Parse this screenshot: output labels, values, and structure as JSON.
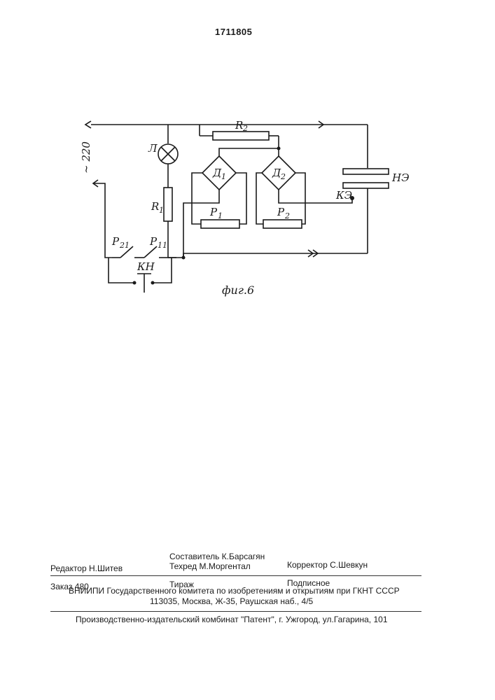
{
  "patent_number": "1711805",
  "figure": {
    "caption": "фиг.6",
    "labels": {
      "voltage": "~ 220",
      "lamp": "Л",
      "r1": "R",
      "r1_sub": "1",
      "r2": "R",
      "r2_sub": "2",
      "d1": "Д",
      "d1_sub": "1",
      "d2": "Д",
      "d2_sub": "2",
      "p1": "P",
      "p1_sub": "1",
      "p2": "P",
      "p2_sub": "2",
      "p21": "P",
      "p21_sub": "21",
      "p11": "P",
      "p11_sub": "11",
      "kn": "КН",
      "ne": "НЭ",
      "ke": "КЭ"
    }
  },
  "credits": {
    "compiler": "Составитель  К.Барсагян",
    "editor": "Редактор   Н.Шитев",
    "techred": "Техред М.Моргентал",
    "corrector": "Корректор С.Шевкун"
  },
  "order": {
    "order_no": "Заказ  480",
    "circulation": "Тираж",
    "subscription": "Подписное",
    "institute": "ВНИИПИ Государственного комитета по изобретениям и открытиям при ГКНТ СССР",
    "address": "113035, Москва, Ж-35, Раушская наб., 4/5"
  },
  "publisher": "Производственно-издательский комбинат \"Патент\", г. Ужгород, ул.Гагарина, 101"
}
